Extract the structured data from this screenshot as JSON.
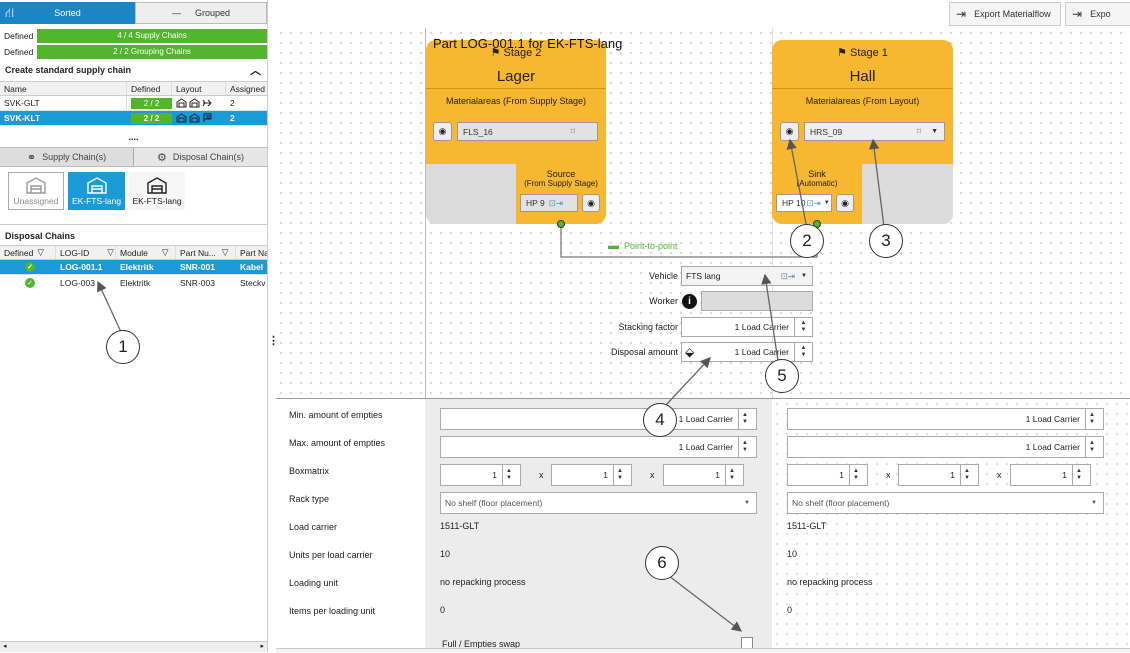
{
  "left": {
    "tabs": {
      "sorted": "Sorted",
      "grouped": "Grouped"
    },
    "defined_supply": {
      "label": "Defined",
      "value": "4 / 4 Supply Chains"
    },
    "defined_grouping": {
      "label": "Defined",
      "value": "2 / 2 Grouping Chains"
    },
    "create_title": "Create standard supply chain",
    "supply_table": {
      "headers": [
        "Name",
        "Defined",
        "Layout",
        "Assigned F"
      ],
      "rows": [
        {
          "name": "SVK-GLT",
          "defined": "2 / 2",
          "assigned": "2"
        },
        {
          "name": "SVK-KLT",
          "defined": "2 / 2",
          "assigned": "2"
        }
      ],
      "more": "...."
    },
    "chain_tabs": {
      "supply": "Supply Chain(s)",
      "disposal": "Disposal Chain(s)"
    },
    "layouts": [
      "Unassigned",
      "EK-FTS-lang",
      "EK-FTS-lang"
    ],
    "disposal_title": "Disposal Chains",
    "disposal_table": {
      "headers": [
        "Defined",
        "LOG-ID",
        "Module",
        "Part Nu...",
        "Part Na"
      ],
      "rows": [
        {
          "log": "LOG-001.1",
          "module": "Elektritk",
          "part": "SNR-001",
          "name": "Kabel"
        },
        {
          "log": "LOG-003",
          "module": "Elektritk",
          "part": "SNR-003",
          "name": "Steckv"
        }
      ]
    }
  },
  "toolbar": {
    "export_mf": "Export Materialflow",
    "export2": "Expo"
  },
  "canvas": {
    "part_title": "Part LOG-001.1 for EK-FTS-lang",
    "stage_left": {
      "header": "Stage 2",
      "name": "Lager",
      "mat_label": "Materialareas (From Supply Stage)",
      "mat_value": "FLS_16",
      "source_label": "Source",
      "source_sub": "(From Supply Stage)",
      "hp": "HP 9"
    },
    "stage_right": {
      "header": "Stage 1",
      "name": "Hall",
      "mat_label": "Materialareas (From Layout)",
      "mat_value": "HRS_09",
      "sink_label": "Sink",
      "sink_sub": "(Automatic)",
      "hp": "HP 10"
    },
    "transport": "Point-to-point",
    "vehicle_label": "Vehicle",
    "vehicle_value": "FTS lang",
    "worker_label": "Worker",
    "stacking_label": "Stacking factor",
    "stacking_value": "1 Load Carrier",
    "disposal_label": "Disposal amount",
    "disposal_value": "1 Load Carrier"
  },
  "bottom": {
    "labels": [
      "Min. amount of empties",
      "Max. amount of empties",
      "Boxmatrix",
      "Rack type",
      "Load carrier",
      "Units per load carrier",
      "Loading unit",
      "Items per loading unit"
    ],
    "swap_label": "Full / Empties swap",
    "x": "x",
    "left": {
      "min": "1 Load Carrier",
      "max": "1 Load Carrier",
      "box": [
        "1",
        "1",
        "1"
      ],
      "rack": "No shelf (floor placement)",
      "carrier": "1511-GLT",
      "units": "10",
      "loading": "no repacking process",
      "items": "0"
    },
    "right": {
      "min": "1 Load Carrier",
      "max": "1 Load Carrier",
      "box": [
        "1",
        "1",
        "1"
      ],
      "rack": "No shelf (floor placement)",
      "carrier": "1511-GLT",
      "units": "10",
      "loading": "no repacking process",
      "items": "0"
    }
  },
  "callouts": [
    "1",
    "2",
    "3",
    "4",
    "5",
    "6"
  ]
}
